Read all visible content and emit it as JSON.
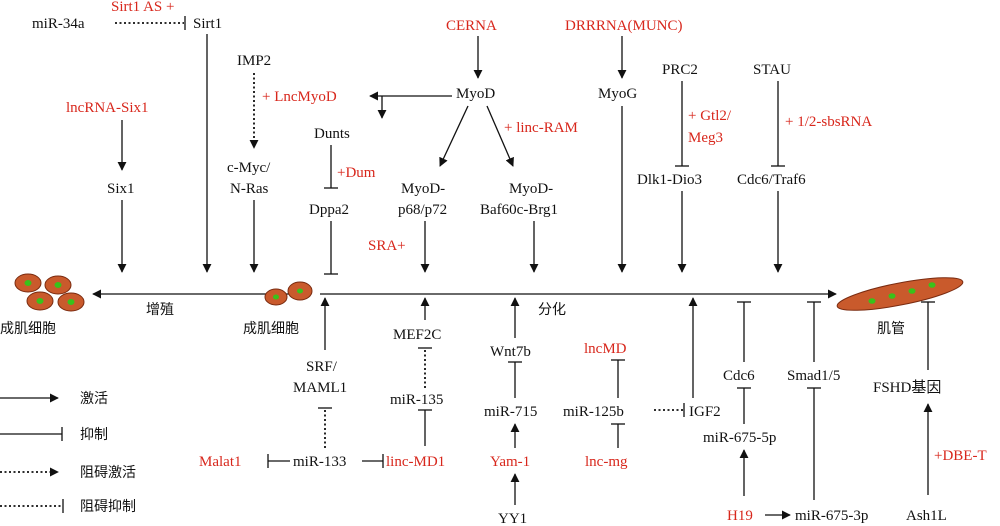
{
  "colors": {
    "line": "#111111",
    "regulator": "#d8271c",
    "cell": "#c95a2c",
    "nucleus": "#39c21a"
  },
  "labels": {
    "mir34a": "miR-34a",
    "sirt1as": "Sirt1 AS +",
    "sirt1": "Sirt1",
    "lncrna_six1": "lncRNA-Six1",
    "six1": "Six1",
    "imp2": "IMP2",
    "lncmyod": "+ LncMyoD",
    "cmyc": "c-Myc/",
    "nras": "N-Ras",
    "cerna": "CERNA",
    "myod": "MyoD",
    "dunts": "Dunts",
    "dum": "+Dum",
    "dppa2": "Dppa2",
    "myod_p68_1": "MyoD-",
    "myod_p68_2": "p68/p72",
    "sra": "SRA+",
    "linc_ram": "+ linc-RAM",
    "myod_baf_1": "MyoD-",
    "myod_baf_2": "Baf60c-Brg1",
    "drrrna": "DRRRNA(MUNC)",
    "myog": "MyoG",
    "prc2": "PRC2",
    "gtl2_1": "+ Gtl2/",
    "gtl2_2": "Meg3",
    "dlk1": "Dlk1-Dio3",
    "stau": "STAU",
    "sbsrna": "+ 1/2-sbsRNA",
    "cdc6traf6": "Cdc6/Traf6",
    "proliferation": "增殖",
    "differentiation": "分化",
    "myoblast_left": "成肌细胞",
    "myoblast_mid": "成肌细胞",
    "myotube": "肌管",
    "srf_1": "SRF/",
    "srf_2": "MAML1",
    "malat1": "Malat1",
    "mir133": "miR-133",
    "mef2c": "MEF2C",
    "mir135": "miR-135",
    "lincmd1": "linc-MD1",
    "wnt7b": "Wnt7b",
    "mir715": "miR-715",
    "yam1": "Yam-1",
    "yy1": "YY1",
    "lncmd": "lncMD",
    "mir125b": "miR-125b",
    "lncmg": "lnc-mg",
    "igf2": "IGF2",
    "cdc6": "Cdc6",
    "mir675_5p": "miR-675-5p",
    "h19": "H19",
    "smad": "Smad1/5",
    "mir675_3p": "miR-675-3p",
    "fshd": "FSHD基因",
    "dbe_t": "+DBE-T",
    "ash1l": "Ash1L"
  },
  "legend": {
    "activate": "激活",
    "inhibit": "抑制",
    "block_activate": "阻碍激活",
    "block_inhibit": "阻碍抑制"
  }
}
